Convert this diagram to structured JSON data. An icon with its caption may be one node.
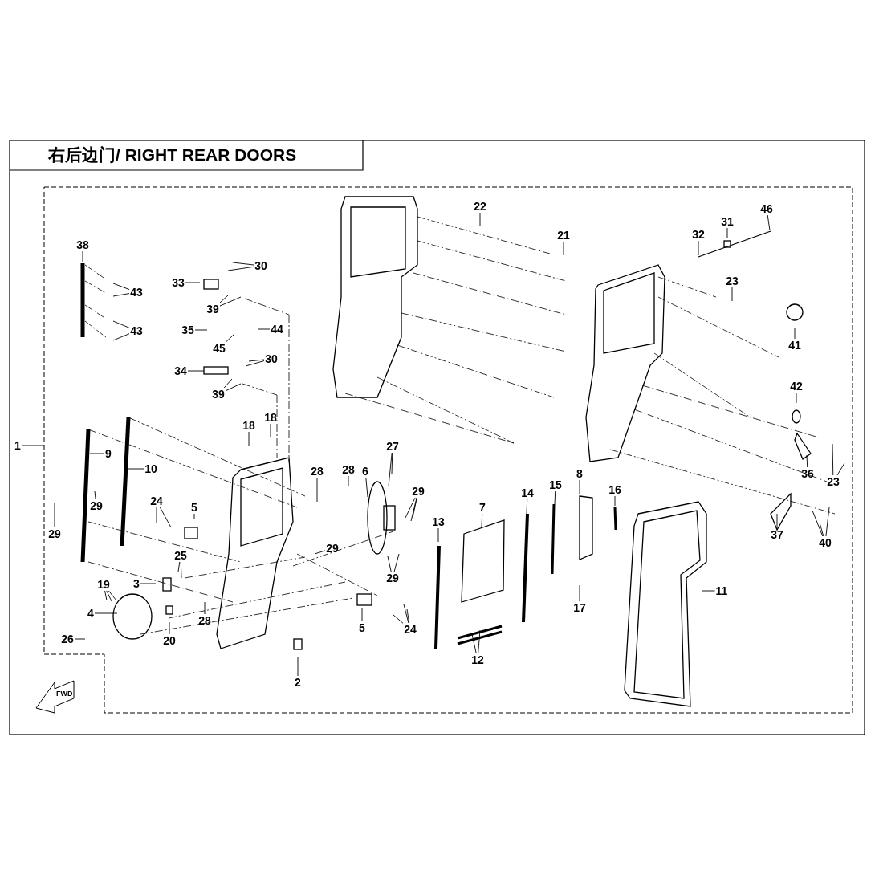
{
  "diagram": {
    "title": "右后边门/ RIGHT REAR DOORS",
    "nodes": [
      {
        "text": [
          "22"
        ]
      },
      {
        "text": [
          "21"
        ]
      },
      {
        "text": [
          "46"
        ]
      },
      {
        "text": [
          "31"
        ]
      },
      {
        "text": [
          "32"
        ]
      },
      {
        "text": [
          "38"
        ]
      },
      {
        "text": [
          "30"
        ]
      },
      {
        "text": [
          "33"
        ]
      },
      {
        "text": [
          "23"
        ]
      },
      {
        "text": [
          "43"
        ]
      },
      {
        "text": [
          "39"
        ]
      },
      {
        "text": [
          "35"
        ]
      },
      {
        "text": [
          "44"
        ]
      },
      {
        "text": [
          "43"
        ]
      },
      {
        "text": [
          "41"
        ]
      },
      {
        "text": [
          "45"
        ]
      },
      {
        "text": [
          "30"
        ]
      },
      {
        "text": [
          "34"
        ]
      },
      {
        "text": [
          "42"
        ]
      },
      {
        "text": [
          "39"
        ]
      },
      {
        "text": [
          "18"
        ]
      },
      {
        "text": [
          "18"
        ]
      },
      {
        "text": [
          "1"
        ]
      },
      {
        "text": [
          "27"
        ]
      },
      {
        "text": [
          "9"
        ]
      },
      {
        "text": [
          "10"
        ]
      },
      {
        "text": [
          "28"
        ]
      },
      {
        "text": [
          "28"
        ]
      },
      {
        "text": [
          "6"
        ]
      },
      {
        "text": [
          "8"
        ]
      },
      {
        "text": [
          "36"
        ]
      },
      {
        "text": [
          "23"
        ]
      },
      {
        "text": [
          "15"
        ]
      },
      {
        "text": [
          "16"
        ]
      },
      {
        "text": [
          "29"
        ]
      },
      {
        "text": [
          "14"
        ]
      },
      {
        "text": [
          "24"
        ]
      },
      {
        "text": [
          "29"
        ]
      },
      {
        "text": [
          "7"
        ]
      },
      {
        "text": [
          "5"
        ]
      },
      {
        "text": [
          "13"
        ]
      },
      {
        "text": [
          "29"
        ]
      },
      {
        "text": [
          "37"
        ]
      },
      {
        "text": [
          "40"
        ]
      },
      {
        "text": [
          "29"
        ]
      },
      {
        "text": [
          "25"
        ]
      },
      {
        "text": [
          "29"
        ]
      },
      {
        "text": [
          "3"
        ]
      },
      {
        "text": [
          "19"
        ]
      },
      {
        "text": [
          "11"
        ]
      },
      {
        "text": [
          "17"
        ]
      },
      {
        "text": [
          "4"
        ]
      },
      {
        "text": [
          "28"
        ]
      },
      {
        "text": [
          "5"
        ]
      },
      {
        "text": [
          "24"
        ]
      },
      {
        "text": [
          "26"
        ]
      },
      {
        "text": [
          "20"
        ]
      },
      {
        "text": [
          "12"
        ]
      },
      {
        "text": [
          "2"
        ]
      }
    ],
    "edges": [
      {
        "from": 0,
        "to": null,
        "arrow": "none"
      },
      {
        "from": 1,
        "to": null,
        "arrow": "none"
      },
      {
        "from": 2,
        "to": null,
        "arrow": "none"
      },
      {
        "from": 3,
        "to": null,
        "arrow": "none"
      },
      {
        "from": 4,
        "to": null,
        "arrow": "none"
      },
      {
        "from": 5,
        "to": null,
        "arrow": "none"
      },
      {
        "from": 6,
        "to": null,
        "arrow": "none"
      },
      {
        "from": 6,
        "to": null,
        "arrow": "none"
      },
      {
        "from": 7,
        "to": null,
        "arrow": "none"
      },
      {
        "from": 8,
        "to": null,
        "arrow": "none"
      },
      {
        "from": 9,
        "to": null,
        "arrow": "none"
      },
      {
        "from": 9,
        "to": null,
        "arrow": "none"
      },
      {
        "from": 10,
        "to": null,
        "arrow": "none"
      },
      {
        "from": 10,
        "to": null,
        "arrow": "none"
      },
      {
        "from": 11,
        "to": null,
        "arrow": "none"
      },
      {
        "from": 12,
        "to": null,
        "arrow": "none"
      },
      {
        "from": 13,
        "to": null,
        "arrow": "none"
      },
      {
        "from": 13,
        "to": null,
        "arrow": "none"
      },
      {
        "from": 14,
        "to": null,
        "arrow": "none"
      },
      {
        "from": 15,
        "to": null,
        "arrow": "none"
      },
      {
        "from": 16,
        "to": null,
        "arrow": "none"
      },
      {
        "from": 16,
        "to": null,
        "arrow": "none"
      },
      {
        "from": 17,
        "to": null,
        "arrow": "none"
      },
      {
        "from": 18,
        "to": null,
        "arrow": "none"
      },
      {
        "from": 19,
        "to": null,
        "arrow": "none"
      },
      {
        "from": 19,
        "to": null,
        "arrow": "none"
      },
      {
        "from": 20,
        "to": null,
        "arrow": "none"
      },
      {
        "from": 21,
        "to": null,
        "arrow": "none"
      },
      {
        "from": 22,
        "to": null,
        "arrow": "none"
      },
      {
        "from": 23,
        "to": null,
        "arrow": "none"
      },
      {
        "from": 23,
        "to": null,
        "arrow": "none"
      },
      {
        "from": 24,
        "to": null,
        "arrow": "none"
      },
      {
        "from": 25,
        "to": null,
        "arrow": "none"
      },
      {
        "from": 26,
        "to": null,
        "arrow": "none"
      },
      {
        "from": 27,
        "to": null,
        "arrow": "none"
      },
      {
        "from": 28,
        "to": null,
        "arrow": "none"
      },
      {
        "from": 29,
        "to": null,
        "arrow": "none"
      },
      {
        "from": 30,
        "to": null,
        "arrow": "none"
      },
      {
        "from": 31,
        "to": null,
        "arrow": "none"
      },
      {
        "from": 31,
        "to": null,
        "arrow": "none"
      },
      {
        "from": 32,
        "to": null,
        "arrow": "none"
      },
      {
        "from": 33,
        "to": null,
        "arrow": "none"
      },
      {
        "from": 34,
        "to": null,
        "arrow": "none"
      },
      {
        "from": 34,
        "to": null,
        "arrow": "none"
      },
      {
        "from": 34,
        "to": null,
        "arrow": "none"
      },
      {
        "from": 35,
        "to": null,
        "arrow": "none"
      },
      {
        "from": 36,
        "to": null,
        "arrow": "none"
      },
      {
        "from": 36,
        "to": null,
        "arrow": "none"
      },
      {
        "from": 37,
        "to": null,
        "arrow": "none"
      },
      {
        "from": 38,
        "to": null,
        "arrow": "none"
      },
      {
        "from": 39,
        "to": null,
        "arrow": "none"
      },
      {
        "from": 40,
        "to": null,
        "arrow": "none"
      },
      {
        "from": 41,
        "to": null,
        "arrow": "none"
      },
      {
        "from": 42,
        "to": null,
        "arrow": "none"
      },
      {
        "from": 43,
        "to": null,
        "arrow": "none"
      },
      {
        "from": 43,
        "to": null,
        "arrow": "none"
      },
      {
        "from": 43,
        "to": null,
        "arrow": "none"
      },
      {
        "from": 44,
        "to": null,
        "arrow": "none"
      },
      {
        "from": 45,
        "to": null,
        "arrow": "none"
      },
      {
        "from": 45,
        "to": null,
        "arrow": "none"
      },
      {
        "from": 46,
        "to": null,
        "arrow": "none"
      },
      {
        "from": 46,
        "to": null,
        "arrow": "none"
      },
      {
        "from": 47,
        "to": null,
        "arrow": "none"
      },
      {
        "from": 48,
        "to": null,
        "arrow": "none"
      },
      {
        "from": 48,
        "to": null,
        "arrow": "none"
      },
      {
        "from": 48,
        "to": null,
        "arrow": "none"
      },
      {
        "from": 49,
        "to": null,
        "arrow": "none"
      },
      {
        "from": 50,
        "to": null,
        "arrow": "none"
      },
      {
        "from": 51,
        "to": null,
        "arrow": "none"
      },
      {
        "from": 52,
        "to": null,
        "arrow": "none"
      },
      {
        "from": 53,
        "to": null,
        "arrow": "none"
      },
      {
        "from": 54,
        "to": null,
        "arrow": "none"
      },
      {
        "from": 54,
        "to": null,
        "arrow": "none"
      },
      {
        "from": 54,
        "to": null,
        "arrow": "none"
      },
      {
        "from": 55,
        "to": null,
        "arrow": "none"
      },
      {
        "from": 56,
        "to": null,
        "arrow": "none"
      },
      {
        "from": 57,
        "to": null,
        "arrow": "none"
      },
      {
        "from": 57,
        "to": null,
        "arrow": "none"
      },
      {
        "from": 58,
        "to": null,
        "arrow": "none"
      }
    ],
    "labels": [
      "FWD"
    ]
  }
}
